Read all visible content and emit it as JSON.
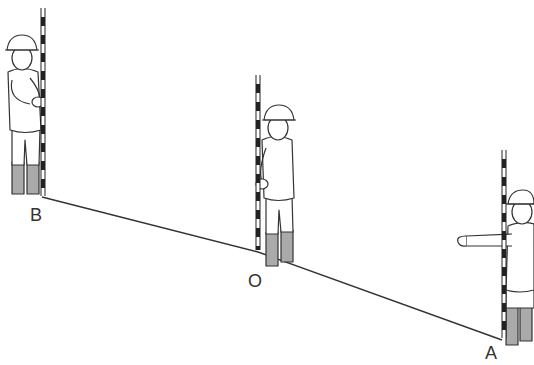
{
  "diagram": {
    "labels": [
      "B",
      "O",
      "A"
    ]
  }
}
